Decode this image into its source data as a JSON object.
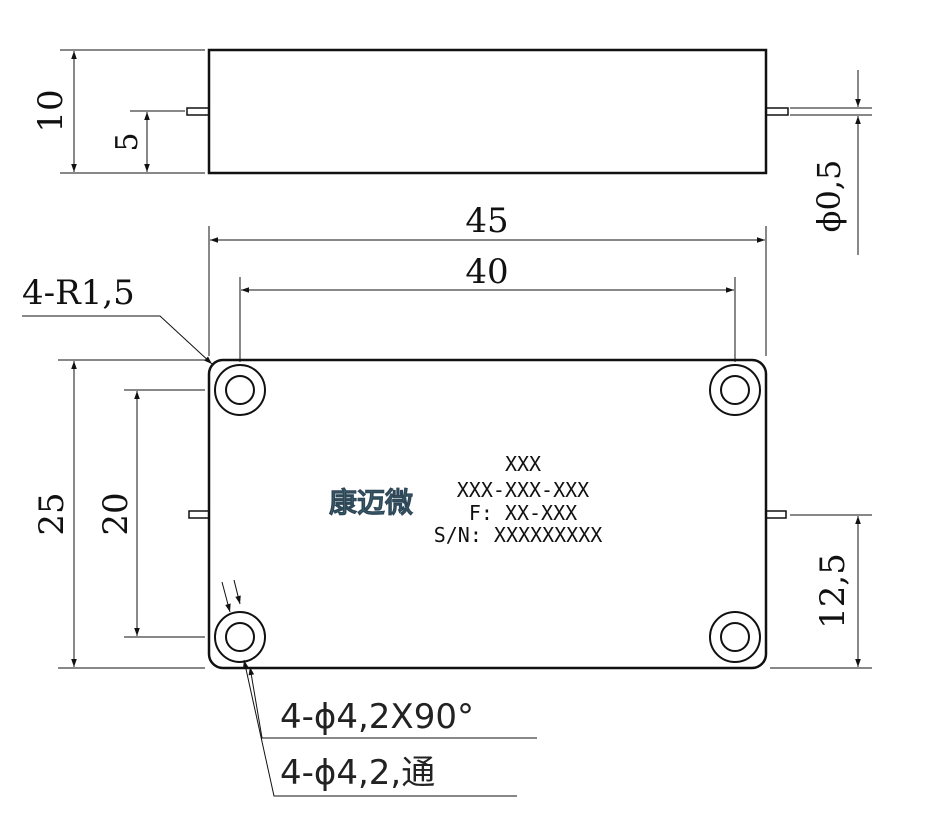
{
  "colors": {
    "line": "#111111",
    "logo": "#4a6b7d",
    "background": "#ffffff"
  },
  "side_view": {
    "height_dim": "10",
    "pin_height_dim": "5",
    "pin_diameter_dim": "ϕ0,5"
  },
  "top_view": {
    "length_dim": "45",
    "hole_spacing_x_dim": "40",
    "corner_radius_note": "4-R1,5",
    "width_dim": "25",
    "hole_spacing_y_dim": "20",
    "pin_offset_dim": "12,5",
    "countersink_note": "4-ϕ4,2X90°",
    "through_hole_note": "4-ϕ4,2,通"
  },
  "label": {
    "logo": "康迈微",
    "line1": "XXX",
    "line2": "XXX-XXX-XXX",
    "line3": "F: XX-XXX",
    "line4": "S/N: XXXXXXXXX"
  }
}
